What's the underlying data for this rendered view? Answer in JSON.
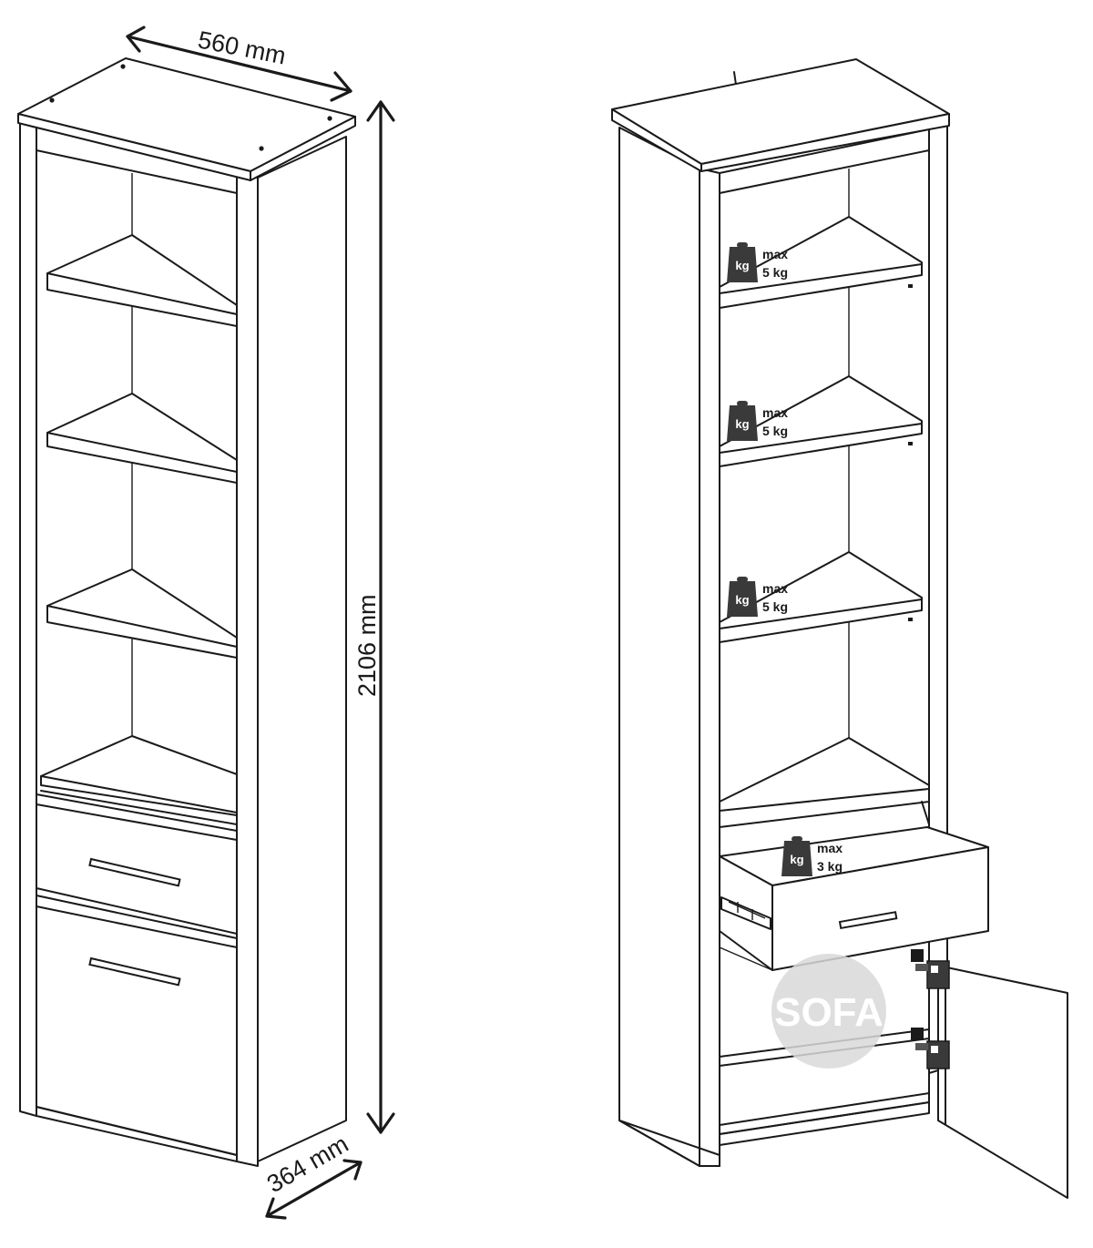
{
  "dimensions": {
    "width": "560 mm",
    "height": "2106 mm",
    "depth": "364 mm"
  },
  "load_labels": [
    {
      "icon": "weight-icon",
      "glyph": "kg",
      "line1": "max",
      "line2": "5 kg"
    },
    {
      "icon": "weight-icon",
      "glyph": "kg",
      "line1": "max",
      "line2": "5 kg"
    },
    {
      "icon": "weight-icon",
      "glyph": "kg",
      "line1": "max",
      "line2": "5 kg"
    },
    {
      "icon": "weight-icon",
      "glyph": "kg",
      "line1": "max",
      "line2": "3 kg"
    }
  ],
  "watermark": {
    "text": "SOFA",
    "color": "#d9d9d9"
  }
}
